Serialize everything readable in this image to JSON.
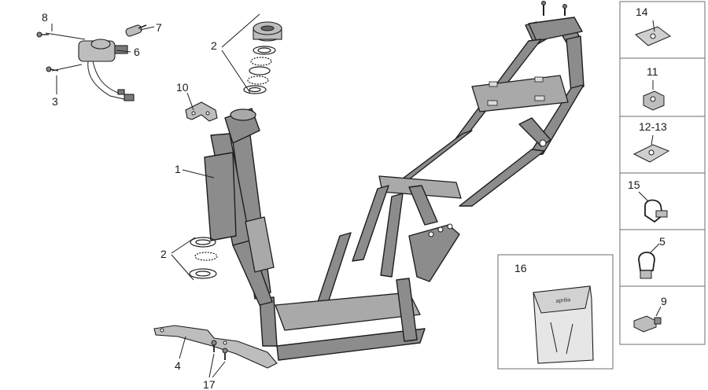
{
  "diagram": {
    "callouts": {
      "c8": "8",
      "c7": "7",
      "c6": "6",
      "c3": "3",
      "c2_top": "2",
      "c10": "10",
      "c1": "1",
      "c2_bottom": "2",
      "c4": "4",
      "c17": "17",
      "c16": "16"
    },
    "side_panel": {
      "c14": "14",
      "c11": "11",
      "c12_13": "12-13",
      "c15": "15",
      "c5": "5",
      "c9": "9"
    },
    "toolbag_brand": "aprilia",
    "colors": {
      "frame": "#8c8c8c",
      "outline": "#1e1e1e",
      "box_border": "#6d6d6d"
    }
  }
}
